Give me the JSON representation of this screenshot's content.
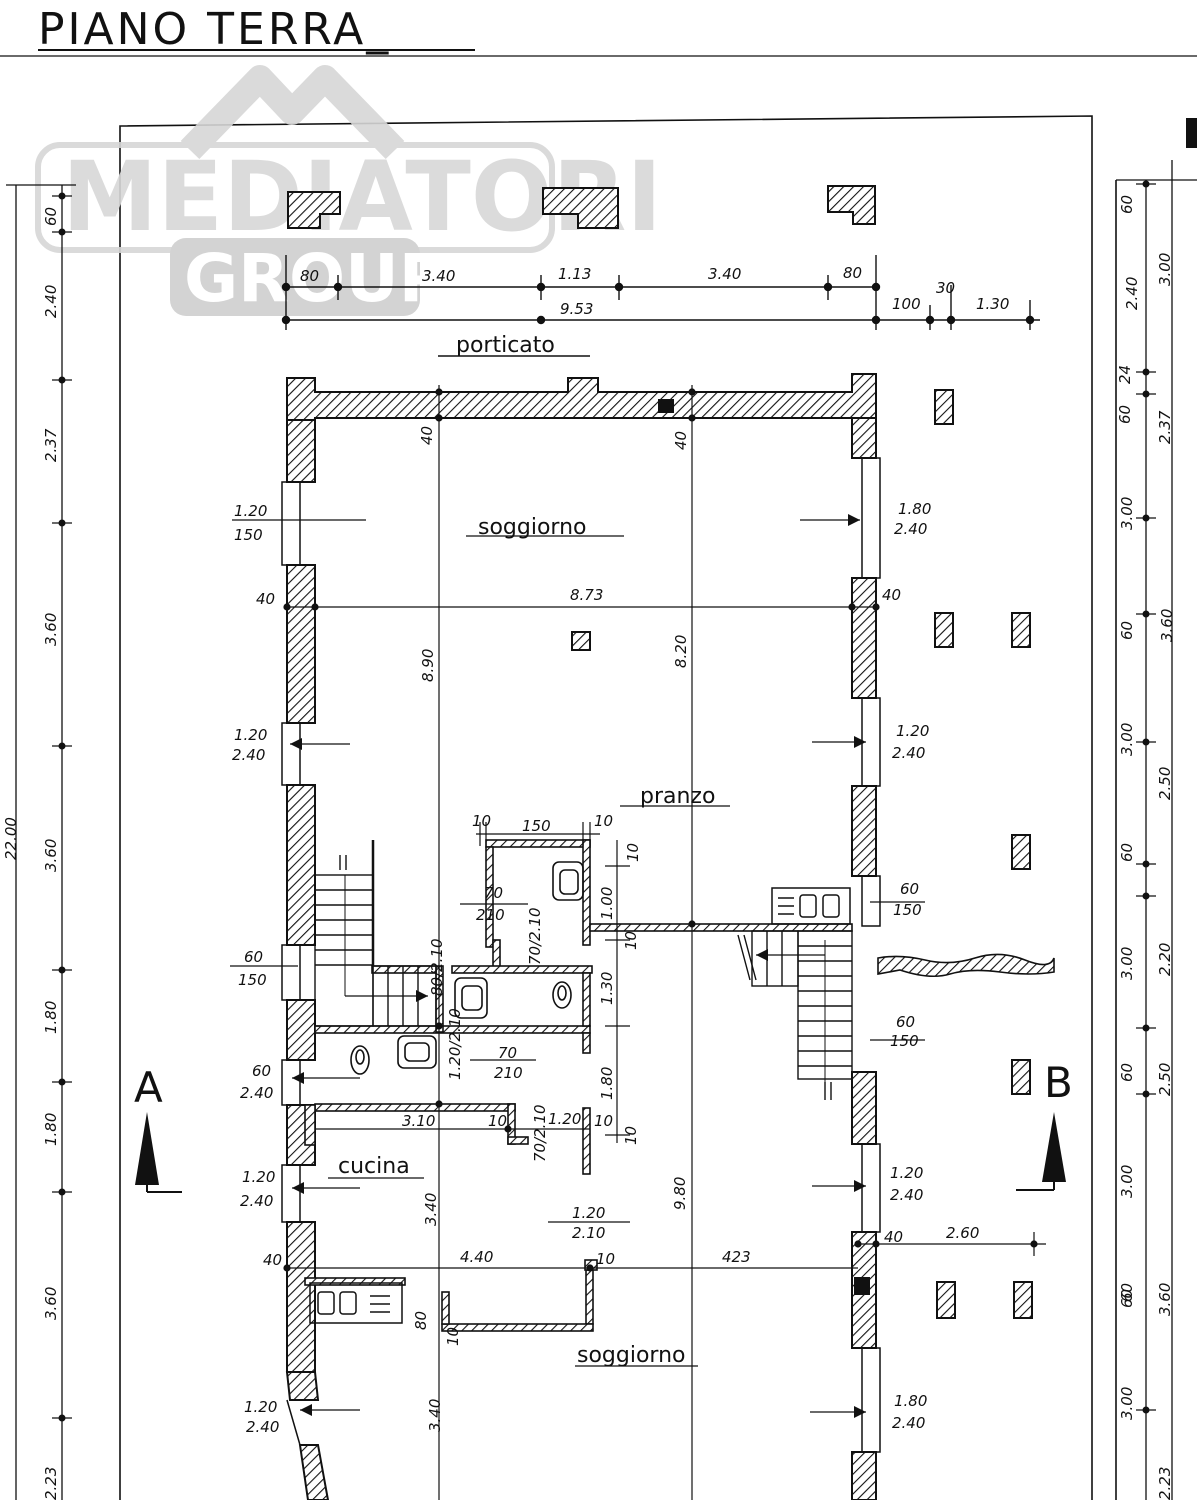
{
  "title": "PIANO TERRA_",
  "watermark": {
    "line1": "MEDIATORI",
    "line2": "GROUP"
  },
  "rooms": {
    "porticato": "porticato",
    "soggiorno_top": "soggiorno",
    "pranzo": "pranzo",
    "cucina": "cucina",
    "soggiorno_bottom": "soggiorno"
  },
  "section_marks": {
    "a": "A",
    "b": "B"
  },
  "top_dims": {
    "d80a": "80",
    "d340a": "3.40",
    "d113": "1.13",
    "d340b": "3.40",
    "d80b": "80",
    "d953": "9.53",
    "d100": "100",
    "d30": "30",
    "d130": "1.30"
  },
  "interior_dims": {
    "w873": "8.73",
    "w40l": "40",
    "w40r": "40",
    "v40a": "40",
    "v40b": "40",
    "v890": "8.90",
    "v820": "8.20",
    "h10a": "10",
    "h150": "150",
    "h10b": "10",
    "v100": "1.00",
    "v130": "1.30",
    "v180": "1.80",
    "v10c": "10",
    "v10d": "10",
    "v10e": "10",
    "h310": "3.10",
    "h10f": "10",
    "h120": "1.20",
    "h10g": "10",
    "v340": "3.40",
    "v980": "9.80",
    "h40b": "40",
    "h440": "4.40",
    "h10h": "10",
    "h423": "423",
    "h40c": "40",
    "h260": "2.60",
    "v80": "80",
    "v10i": "10",
    "v340b": "3.40"
  },
  "openings": {
    "lw1_top": "1.20",
    "lw1_bot": "150",
    "lw2_top": "1.20",
    "lw2_bot": "2.40",
    "lw3_top": "60",
    "lw3_bot": "150",
    "lw4_top": "60",
    "lw4_bot": "2.40",
    "lw5_top": "1.20",
    "lw5_bot": "2.40",
    "lw6_top": "1.20",
    "lw6_bot": "2.40",
    "rw1_top": "1.80",
    "rw1_bot": "2.40",
    "rw2_top": "1.20",
    "rw2_bot": "2.40",
    "rw3_top": "60",
    "rw3_bot": "150",
    "rw4_top": "60",
    "rw4_bot": "150",
    "rw5_top": "1.20",
    "rw5_bot": "2.40",
    "rw6_top": "1.80",
    "rw6_bot": "2.40",
    "door1_top": "70",
    "door1_bot": "210",
    "door2_top": "70",
    "door2_bot": "210",
    "door3_top": "1.20",
    "door3_bot": "2.10",
    "door4": "70/2.10",
    "door5": "1.20/2.10",
    "door6": "70/2.10",
    "door7": "80/2.10"
  },
  "left_chain": [
    "60",
    "2.40",
    "2.37",
    "3.60",
    "3.60",
    "1.80",
    "1.80",
    "3.60",
    "2.23"
  ],
  "left_total": "22.00",
  "right_chain": [
    "60",
    "2.40",
    "3.00",
    "2.37",
    "60",
    "3.00",
    "3.60",
    "60",
    "3.00",
    "2.50",
    "60",
    "3.00",
    "2.20",
    "2.50",
    "60",
    "3.00",
    "3.60",
    "60",
    "3.00",
    "2.23"
  ],
  "right_extra": {
    "a": "24",
    "b": "60"
  }
}
